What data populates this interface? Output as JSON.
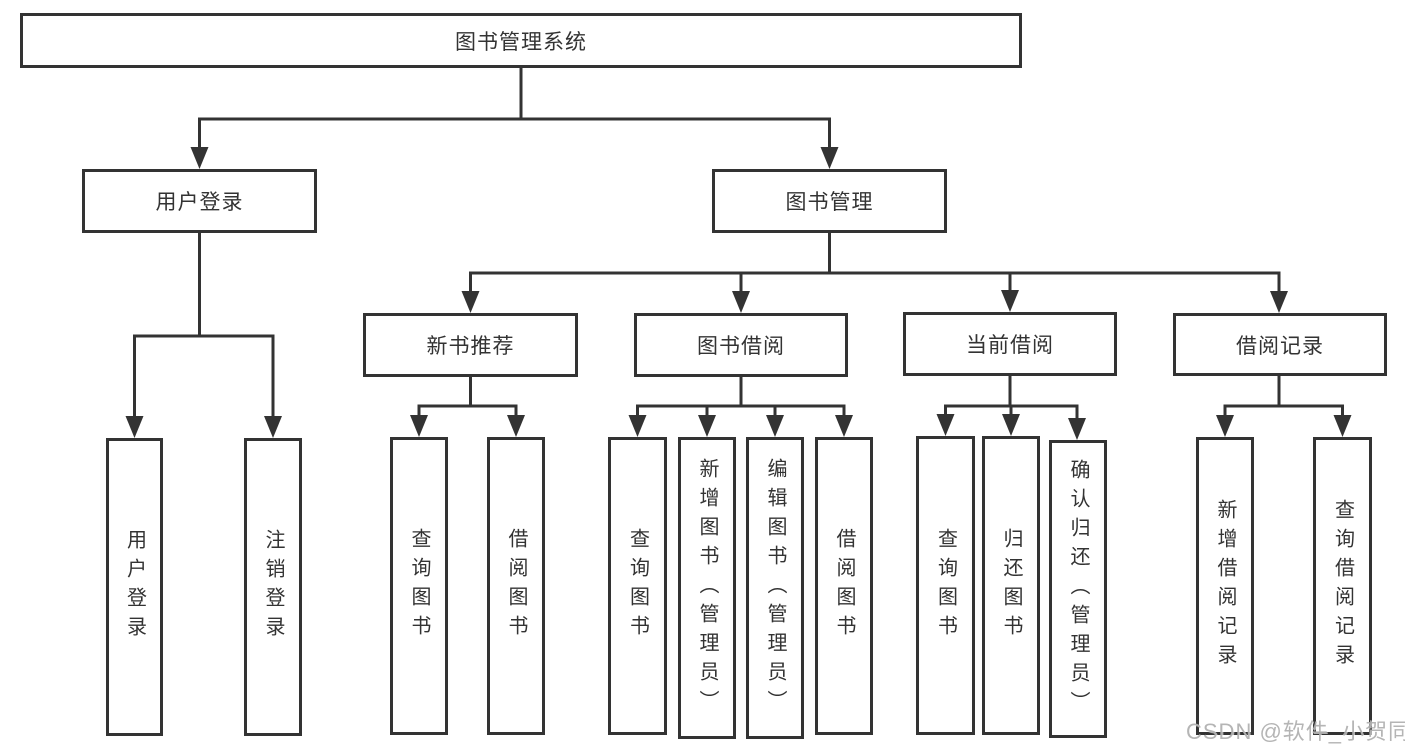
{
  "diagram": {
    "title": "图书管理系统",
    "level2": {
      "user_login": "用户登录",
      "book_management": "图书管理"
    },
    "level3": {
      "new_book_recommend": "新书推荐",
      "book_borrow": "图书借阅",
      "current_borrow": "当前借阅",
      "borrow_records": "借阅记录"
    },
    "leaves": {
      "user_login": [
        "用户登录",
        "注销登录"
      ],
      "new_book_recommend": [
        "查询图书",
        "借阅图书"
      ],
      "book_borrow": [
        "查询图书",
        "新增图书（管理员）",
        "编辑图书（管理员）",
        "借阅图书"
      ],
      "current_borrow": [
        "查询图书",
        "归还图书",
        "确认归还（管理员）"
      ],
      "borrow_records": [
        "新增借阅记录",
        "查询借阅记录"
      ]
    },
    "watermark": "CSDN @软件_小贺同学",
    "colors": {
      "line": "#333333",
      "text": "#333333",
      "background": "#ffffff",
      "watermark": "#afafaf"
    }
  }
}
